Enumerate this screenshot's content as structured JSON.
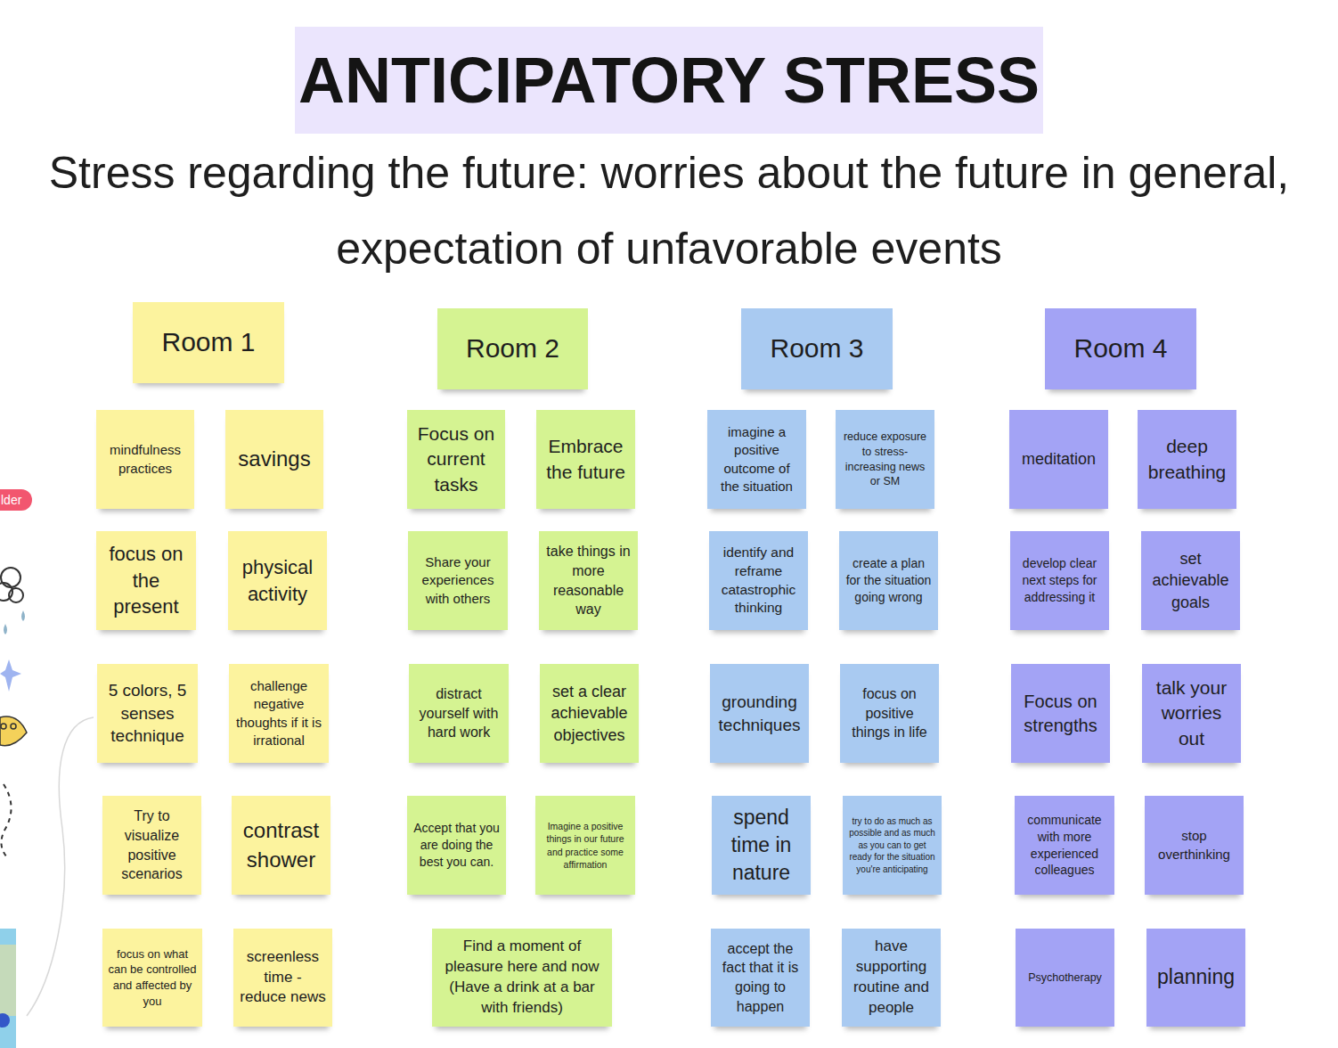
{
  "diagram": {
    "title": "ANTICIPATORY STRESS",
    "caption": "Stress regarding the future: worries about the future in general, expectation of unfavorable events",
    "nodes": [
      {
        "text": [
          "Room 1"
        ]
      },
      {
        "text": [
          "mindfulness practices"
        ]
      },
      {
        "text": [
          "savings"
        ]
      },
      {
        "text": [
          "focus on the present"
        ]
      },
      {
        "text": [
          "physical activity"
        ]
      },
      {
        "text": [
          "5 colors, 5 senses technique"
        ]
      },
      {
        "text": [
          "challenge negative thoughts if it is irrational"
        ]
      },
      {
        "text": [
          "Try to visualize positive scenarios"
        ]
      },
      {
        "text": [
          "contrast shower"
        ]
      },
      {
        "text": [
          "focus on what can be controlled and affected by you"
        ]
      },
      {
        "text": [
          "screenless time - reduce news"
        ]
      },
      {
        "text": [
          "Room 2"
        ]
      },
      {
        "text": [
          "Focus on current tasks"
        ]
      },
      {
        "text": [
          "Embrace the future"
        ]
      },
      {
        "text": [
          "Share your experiences with others"
        ]
      },
      {
        "text": [
          "take things in more reasonable way"
        ]
      },
      {
        "text": [
          "distract yourself with hard work"
        ]
      },
      {
        "text": [
          "set a clear achievable objectives"
        ]
      },
      {
        "text": [
          "Accept that you are doing the best you can."
        ]
      },
      {
        "text": [
          "Imagine a positive things in our future and practice some affirmation"
        ]
      },
      {
        "text": [
          "Find a moment of pleasure here and now (Have a drink at a bar with friends)"
        ]
      },
      {
        "text": [
          "Room 3"
        ]
      },
      {
        "text": [
          "imagine a positive outcome of the situation"
        ]
      },
      {
        "text": [
          "reduce exposure to stress-increasing news or SM"
        ]
      },
      {
        "text": [
          "identify and reframe catastrophic thinking"
        ]
      },
      {
        "text": [
          "create a plan for the situation going wrong"
        ]
      },
      {
        "text": [
          "grounding techniques"
        ]
      },
      {
        "text": [
          "focus on positive things in life"
        ]
      },
      {
        "text": [
          "spend time in nature"
        ]
      },
      {
        "text": [
          "try to do as much as possible and as much as you can to get ready for the situation you're anticipating"
        ]
      },
      {
        "text": [
          "accept the fact that it is going to happen"
        ]
      },
      {
        "text": [
          "have supporting routine and people"
        ]
      },
      {
        "text": [
          "Room 4"
        ]
      },
      {
        "text": [
          "meditation"
        ]
      },
      {
        "text": [
          "deep breathing"
        ]
      },
      {
        "text": [
          "develop clear next steps for addressing it"
        ]
      },
      {
        "text": [
          "set achievable goals"
        ]
      },
      {
        "text": [
          "Focus on strengths"
        ]
      },
      {
        "text": [
          "talk your worries out"
        ]
      },
      {
        "text": [
          "communicate with more experienced colleagues"
        ]
      },
      {
        "text": [
          "stop overthinking"
        ]
      },
      {
        "text": [
          "Psychotherapy"
        ]
      },
      {
        "text": [
          "planning"
        ]
      }
    ],
    "labels": [
      "lder"
    ]
  }
}
